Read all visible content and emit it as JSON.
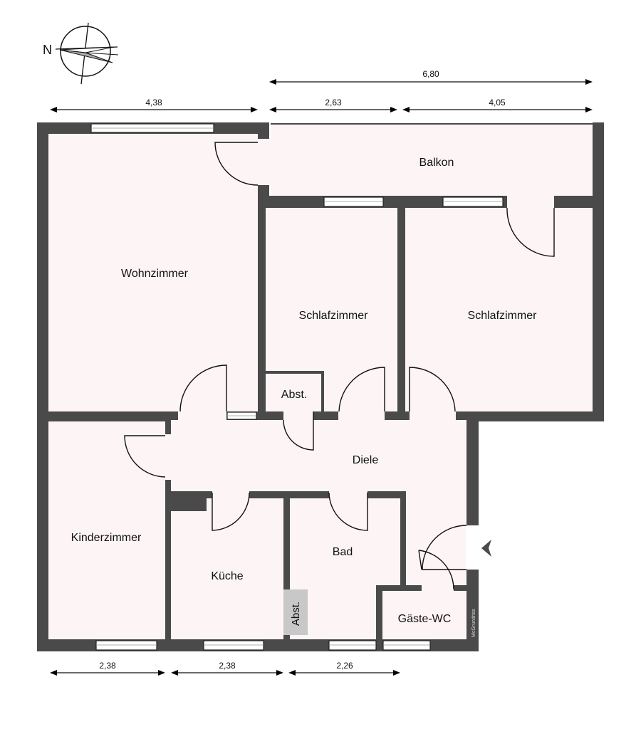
{
  "compass": {
    "north_label": "N"
  },
  "dimensions": {
    "top_total": "6,80",
    "top_left": "4,38",
    "top_middle": "2,63",
    "top_right": "4,05",
    "bottom_1": "2,38",
    "bottom_2": "2,38",
    "bottom_3": "2,26"
  },
  "rooms": {
    "balkon": "Balkon",
    "wohnzimmer": "Wohnzimmer",
    "schlafzimmer_1": "Schlafzimmer",
    "schlafzimmer_2": "Schlafzimmer",
    "abst_1": "Abst.",
    "diele": "Diele",
    "kinderzimmer": "Kinderzimmer",
    "kueche": "Küche",
    "bad": "Bad",
    "abst_2": "Abst.",
    "gaeste_wc": "Gäste-WC"
  },
  "watermark": "McGrundriss",
  "colors": {
    "wall": "#4a4a4a",
    "room": "#fdf5f5",
    "storage": "#c8c8c8"
  }
}
